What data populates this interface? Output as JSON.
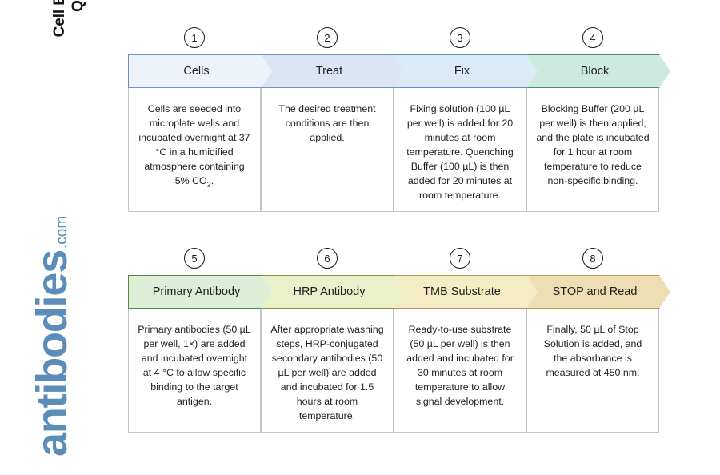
{
  "document": {
    "title_line1": "Cell Based ELISA Kits",
    "title_line2": "Quick Protocol"
  },
  "brand": {
    "logo_name": "antibodies",
    "logo_tld": ".com",
    "logo_color": "#5b8db8"
  },
  "chart_data": {
    "type": "diagram",
    "subtype": "chevron-process-flow",
    "title": "Cell Based ELISA Kits Quick Protocol",
    "rows": 2,
    "steps_per_row": 4,
    "steps": [
      {
        "number": "1",
        "label": "Cells",
        "fill": "#eef3fa",
        "stroke": "#6e8fbf",
        "body": "Cells are seeded into microplate wells and incubated overnight at 37 °C in a humidified atmosphere containing 5% CO",
        "body_sub": "2",
        "body_tail": ".",
        "row": 1
      },
      {
        "number": "2",
        "label": "Treat",
        "fill": "#dde5f5",
        "stroke": "#6e8fbf",
        "body": "The desired treatment conditions are then applied.",
        "row": 1
      },
      {
        "number": "3",
        "label": "Fix",
        "fill": "#daeaf8",
        "stroke": "#5b93c4",
        "body": "Fixing solution (100 µL per well) is added for 20 minutes at room temperature. Quenching Buffer (100 µL) is then added for 20 minutes at room temperature.",
        "row": 1
      },
      {
        "number": "4",
        "label": "Block",
        "fill": "#cdeae0",
        "stroke": "#4f8b7b",
        "body": "Blocking Buffer (200 µL per well) is then applied, and the plate is incubated for 1 hour at room temperature to reduce non-specific binding.",
        "row": 1
      },
      {
        "number": "5",
        "label": "Primary Antibody",
        "fill": "#dcefd6",
        "stroke": "#5a8b46",
        "body": "Primary antibodies (50 µL per well, 1×) are added and incubated overnight at 4 °C to allow specific binding to the target antigen.",
        "row": 2
      },
      {
        "number": "6",
        "label": "HRP Antibody",
        "fill": "#eaf0ca",
        "stroke": "#8a9140",
        "body": "After appropriate washing steps, HRP-conjugated secondary antibodies (50 µL per well) are added and incubated for 1.5 hours at room temperature.",
        "row": 2
      },
      {
        "number": "7",
        "label": "TMB Substrate",
        "fill": "#f3ecc4",
        "stroke": "#b09a46",
        "body": "Ready-to-use substrate (50 µL per well) is then added and incubated for 30 minutes at room temperature to allow signal development.",
        "row": 2
      },
      {
        "number": "8",
        "label": "STOP and Read",
        "fill": "#efddb4",
        "stroke": "#bc9a4e",
        "body": "Finally, 50 µL of Stop Solution is added, and the absorbance is measured at 450 nm.",
        "row": 2
      }
    ]
  }
}
